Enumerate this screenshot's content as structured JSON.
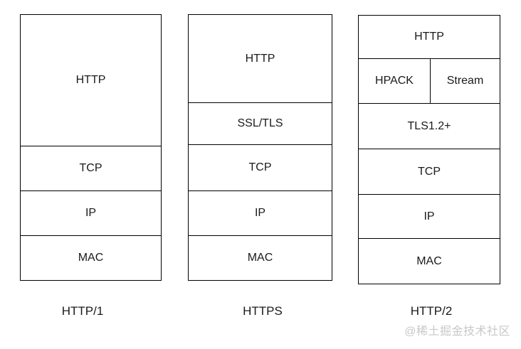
{
  "diagram": {
    "stacks": [
      {
        "label": "HTTP/1",
        "layers": [
          {
            "text": "HTTP"
          },
          {
            "text": "TCP"
          },
          {
            "text": "IP"
          },
          {
            "text": "MAC"
          }
        ]
      },
      {
        "label": "HTTPS",
        "layers": [
          {
            "text": "HTTP"
          },
          {
            "text": "SSL/TLS"
          },
          {
            "text": "TCP"
          },
          {
            "text": "IP"
          },
          {
            "text": "MAC"
          }
        ]
      },
      {
        "label": "HTTP/2",
        "layers": [
          {
            "text": "HTTP"
          },
          {
            "split": [
              "HPACK",
              "Stream"
            ]
          },
          {
            "text": "TLS1.2+"
          },
          {
            "text": "TCP"
          },
          {
            "text": "IP"
          },
          {
            "text": "MAC"
          }
        ]
      }
    ],
    "watermark": "@稀土掘金技术社区",
    "colors": {
      "background": "#ffffff",
      "border": "#000000",
      "text": "#1a1a1a",
      "watermark": "#c8c8c8"
    }
  }
}
